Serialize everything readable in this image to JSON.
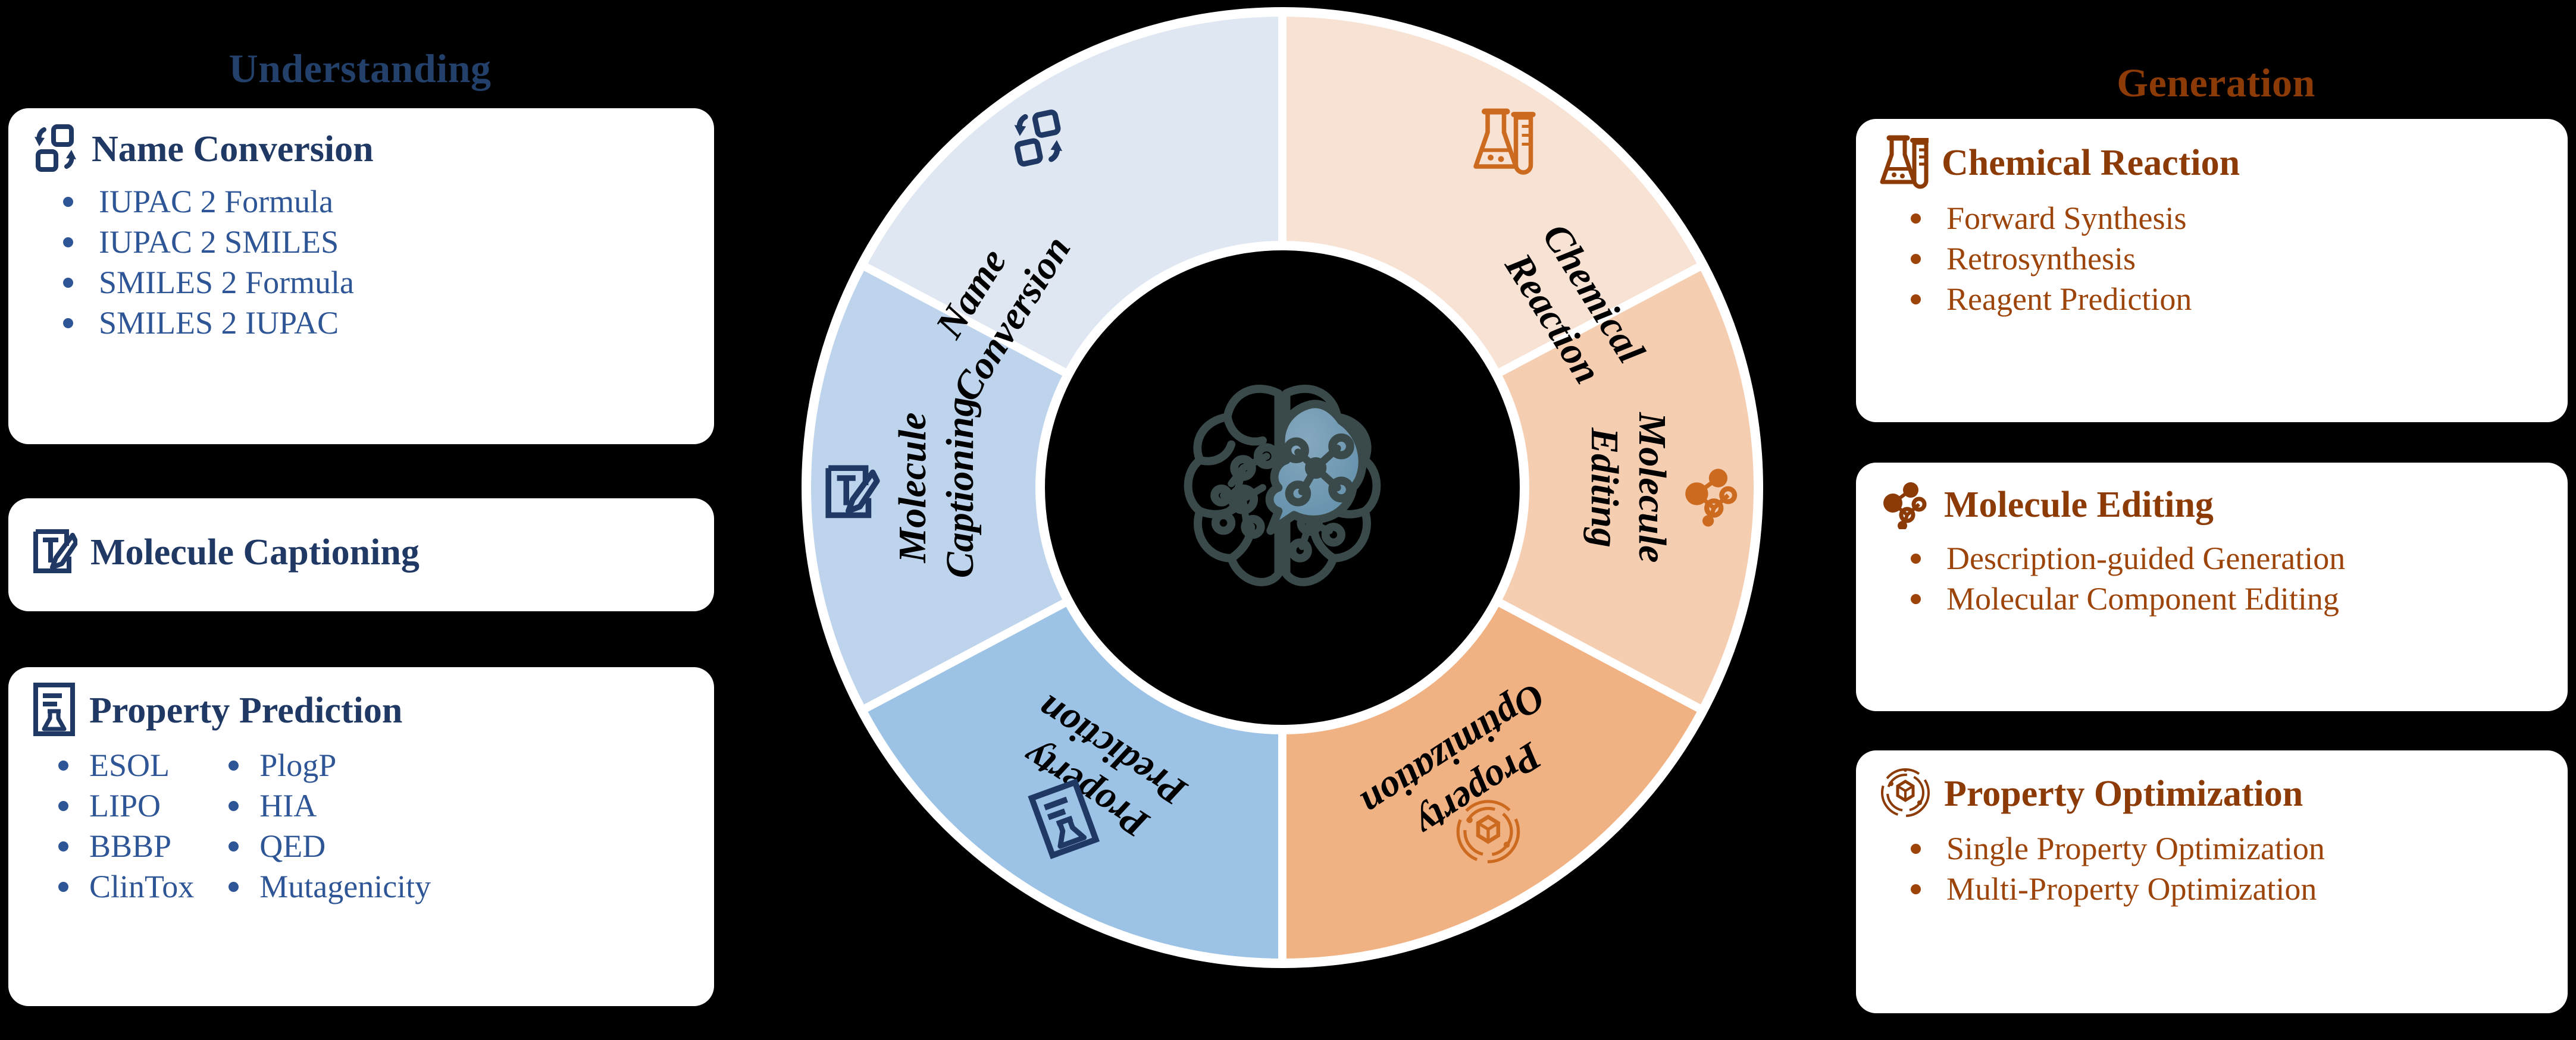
{
  "headings": {
    "left": "Understanding",
    "right": "Generation"
  },
  "colors": {
    "understanding_heading": "#23406b",
    "generation_heading": "#8c3a06",
    "blue_title": "#1f3864",
    "blue_bullet": "#2e5596",
    "orange_title": "#8c3a06",
    "orange_bullet": "#9c4409",
    "seg_name_conversion": "#dee7f2",
    "seg_molecule_captioning": "#bdd4ec",
    "seg_property_prediction": "#9cc3e5",
    "seg_chemical_reaction": "#f8e2d4",
    "seg_molecule_editing": "#f5cdb0",
    "seg_property_optimization": "#f0b183",
    "icon_blue": "#1f3864",
    "icon_orange": "#cc6a1f",
    "center_background": "#000000",
    "brain_outline": "#3a4a4a",
    "bubble_fill": "#6f9bb5"
  },
  "left_cards": [
    {
      "id": "name-conversion",
      "icon": "convert-icon",
      "title": "Name Conversion",
      "bullets": [
        "IUPAC 2 Formula",
        "IUPAC 2 SMILES",
        "SMILES 2 Formula",
        "SMILES 2 IUPAC"
      ]
    },
    {
      "id": "molecule-captioning",
      "icon": "text-edit-icon",
      "title": "Molecule Captioning",
      "bullets": []
    },
    {
      "id": "property-prediction",
      "icon": "report-flask-icon",
      "title": "Property Prediction",
      "bullets": [
        "ESOL",
        "PlogP",
        "LIPO",
        "HIA",
        "BBBP",
        "QED",
        "ClinTox",
        "Mutagenicity"
      ]
    }
  ],
  "right_cards": [
    {
      "id": "chemical-reaction",
      "icon": "flask-tube-icon",
      "title": "Chemical Reaction",
      "bullets": [
        "Forward Synthesis",
        "Retrosynthesis",
        "Reagent Prediction"
      ]
    },
    {
      "id": "molecule-editing",
      "icon": "molecule-icon",
      "title": "Molecule Editing",
      "bullets": [
        "Description-guided Generation",
        "Molecular Component Editing"
      ]
    },
    {
      "id": "property-optimization",
      "icon": "orbit-hex-icon",
      "title": "Property Optimization",
      "bullets": [
        "Single Property Optimization",
        "Multi-Property Optimization"
      ]
    }
  ],
  "wheel": {
    "center_icon": "brain-molecule-icon",
    "segments": [
      {
        "id": "name-conversion",
        "label_line1": "Name",
        "label_line2": "Conversion",
        "side": "understanding",
        "icon": "convert-icon"
      },
      {
        "id": "chemical-reaction",
        "label_line1": "Chemical",
        "label_line2": "Reaction",
        "side": "generation",
        "icon": "flask-tube-icon"
      },
      {
        "id": "molecule-editing",
        "label_line1": "Molecule",
        "label_line2": "Editing",
        "side": "generation",
        "icon": "molecule-icon"
      },
      {
        "id": "property-optimization",
        "label_line1": "Property",
        "label_line2": "Optimization",
        "side": "generation",
        "icon": "orbit-hex-icon"
      },
      {
        "id": "property-prediction",
        "label_line1": "Property",
        "label_line2": "Prediction",
        "side": "understanding",
        "icon": "report-flask-icon"
      },
      {
        "id": "molecule-captioning",
        "label_line1": "Molecule",
        "label_line2": "Captioning",
        "side": "understanding",
        "icon": "text-edit-icon"
      }
    ]
  }
}
